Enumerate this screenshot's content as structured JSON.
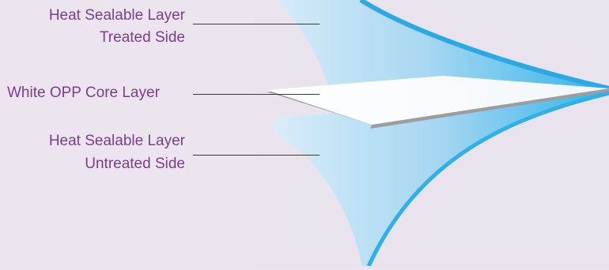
{
  "labels": {
    "top_layer_line1": "Heat Sealable Layer",
    "top_layer_line2": "Treated Side",
    "core_layer": "White OPP Core Layer",
    "bottom_layer_line1": "Heat Sealable Layer",
    "bottom_layer_line2": "Untreated Side"
  },
  "colors": {
    "background": "#ece5ef",
    "label_text": "#7a3e8d",
    "film_blue": "#34b8ec",
    "film_light": "#d6ecf9",
    "core_white": "#ffffff",
    "core_edge": "#9a9a9a",
    "leader_line": "#3b3b3b"
  }
}
